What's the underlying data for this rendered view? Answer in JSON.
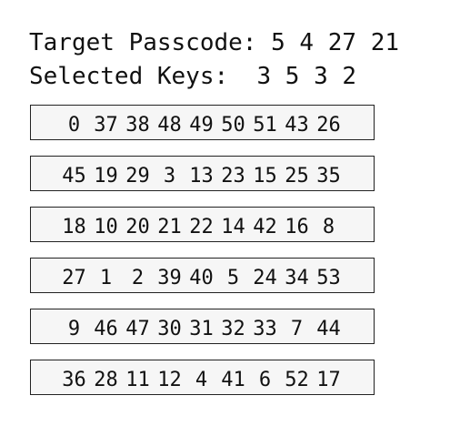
{
  "target": {
    "label": "Target Passcode:",
    "values": [
      "5",
      "4",
      "27",
      "21"
    ]
  },
  "selected": {
    "label": "Selected Keys: ",
    "values": [
      "3",
      "5",
      "3",
      "2"
    ]
  },
  "keypad": {
    "rows": [
      [
        "0",
        "37",
        "38",
        "48",
        "49",
        "50",
        "51",
        "43",
        "26"
      ],
      [
        "45",
        "19",
        "29",
        "3",
        "13",
        "23",
        "15",
        "25",
        "35"
      ],
      [
        "18",
        "10",
        "20",
        "21",
        "22",
        "14",
        "42",
        "16",
        "8"
      ],
      [
        "27",
        "1",
        "2",
        "39",
        "40",
        "5",
        "24",
        "34",
        "53"
      ],
      [
        "9",
        "46",
        "47",
        "30",
        "31",
        "32",
        "33",
        "7",
        "44"
      ],
      [
        "36",
        "28",
        "11",
        "12",
        "4",
        "41",
        "6",
        "52",
        "17"
      ]
    ]
  }
}
